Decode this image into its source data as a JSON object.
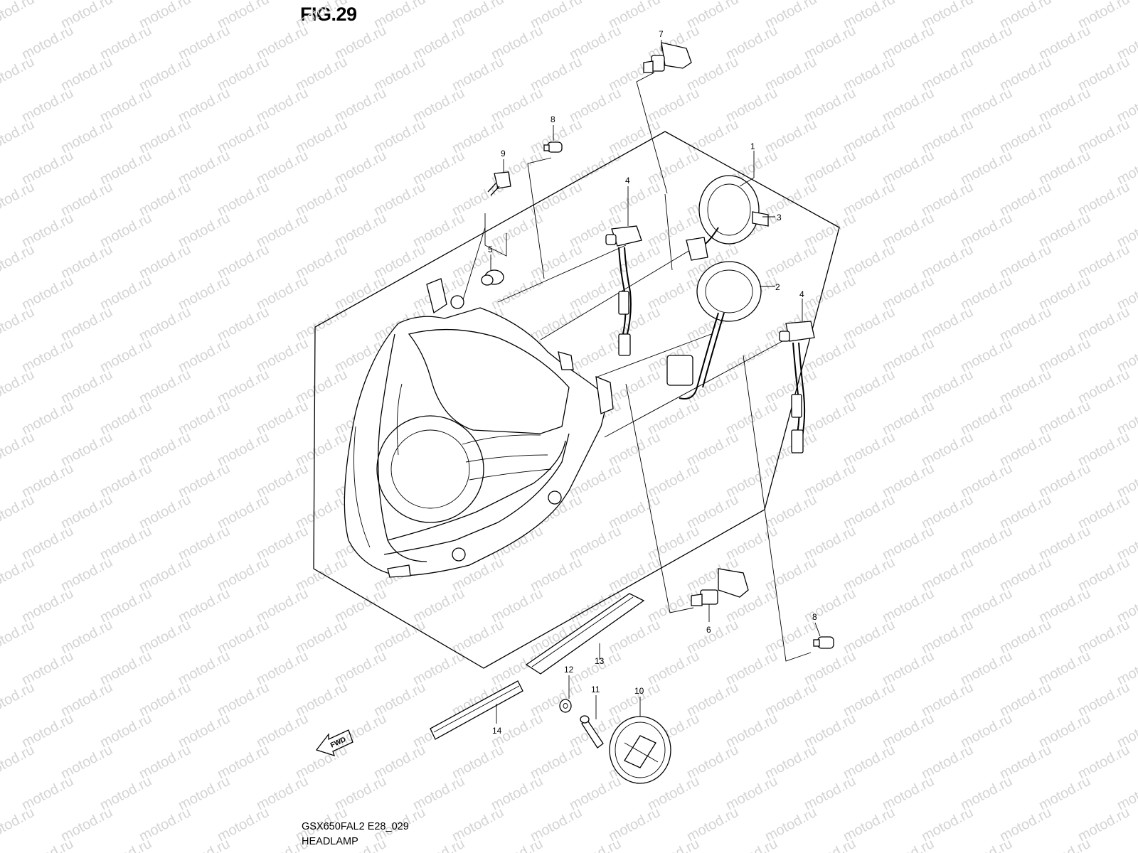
{
  "figure": {
    "title": "FIG.29",
    "model_code": "GSX650FAL2 E28_029",
    "caption": "HEADLAMP"
  },
  "watermark": {
    "text": "motod.ru"
  },
  "direction_marker": {
    "text": "FWD"
  },
  "callouts": [
    {
      "id": "c1",
      "label": "1"
    },
    {
      "id": "c2",
      "label": "2"
    },
    {
      "id": "c3",
      "label": "3"
    },
    {
      "id": "c4a",
      "label": "4"
    },
    {
      "id": "c4b",
      "label": "4"
    },
    {
      "id": "c5",
      "label": "5"
    },
    {
      "id": "c6",
      "label": "6"
    },
    {
      "id": "c7",
      "label": "7"
    },
    {
      "id": "c8a",
      "label": "8"
    },
    {
      "id": "c8b",
      "label": "8"
    },
    {
      "id": "c9",
      "label": "9"
    },
    {
      "id": "c10",
      "label": "10"
    },
    {
      "id": "c11",
      "label": "11"
    },
    {
      "id": "c12",
      "label": "12"
    },
    {
      "id": "c13",
      "label": "13"
    },
    {
      "id": "c14",
      "label": "14"
    }
  ]
}
